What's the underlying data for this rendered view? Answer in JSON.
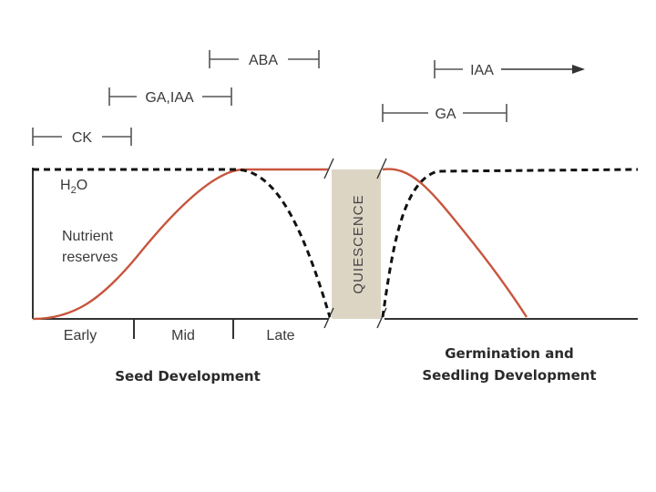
{
  "hormones": {
    "aba": "ABA",
    "ga_iaa": "GA,IAA",
    "ck": "CK",
    "iaa": "IAA",
    "ga": "GA"
  },
  "curve_labels": {
    "h2o_main": "H",
    "h2o_sub": "2",
    "h2o_end": "O",
    "nutrient_line1": "Nutrient",
    "nutrient_line2": "reserves"
  },
  "quiescence": "QUIESCENCE",
  "stages": {
    "early": "Early",
    "mid": "Mid",
    "late": "Late"
  },
  "section_titles": {
    "seed_development": "Seed Development",
    "germination_line1": "Germination and",
    "germination_line2": "Seedling Development"
  },
  "colors": {
    "nutrient_curve": "#c8553d",
    "water_curve": "#111111",
    "quiescence_band": "#ddd5c4"
  }
}
